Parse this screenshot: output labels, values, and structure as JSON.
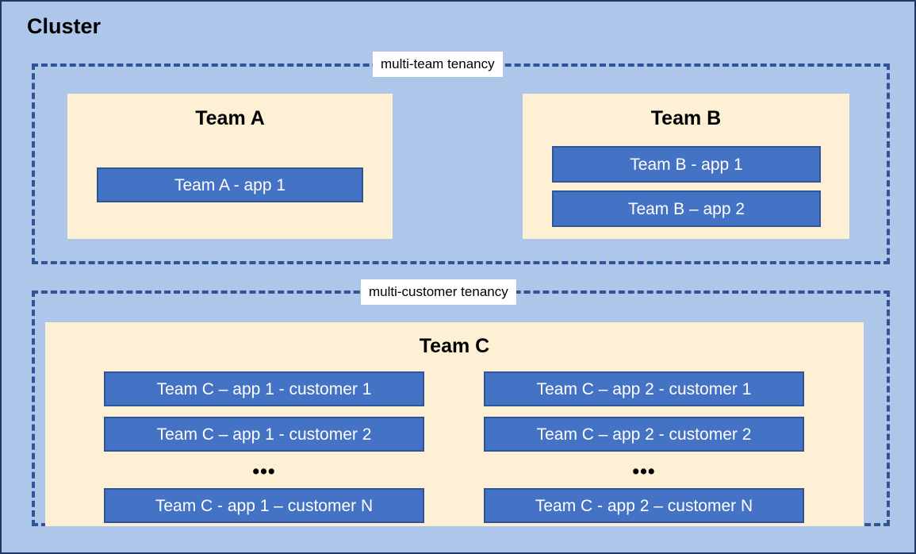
{
  "diagram": {
    "title": "Cluster",
    "background_color": "#adc6e9",
    "zone_border_color": "#2f5597",
    "team_box_color": "#fdf0d5",
    "app_chip_color": "#4472c4",
    "zones": [
      {
        "label": "multi-team tenancy"
      },
      {
        "label": "multi-customer tenancy"
      }
    ],
    "teams": [
      {
        "name": "Team A",
        "apps": [
          {
            "label": "Team A - app 1"
          }
        ]
      },
      {
        "name": "Team B",
        "apps": [
          {
            "label": "Team B - app 1"
          },
          {
            "label": "Team B – app 2"
          }
        ]
      },
      {
        "name": "Team C",
        "columns": [
          {
            "apps": [
              {
                "label": "Team C – app 1 - customer 1"
              },
              {
                "label": "Team C – app 1 - customer 2"
              },
              {
                "label": "Team C - app 1 – customer N"
              }
            ],
            "ellipsis": "•••"
          },
          {
            "apps": [
              {
                "label": "Team C – app 2 - customer 1"
              },
              {
                "label": "Team C – app 2 - customer 2"
              },
              {
                "label": "Team C - app 2 – customer N"
              }
            ],
            "ellipsis": "•••"
          }
        ]
      }
    ]
  }
}
